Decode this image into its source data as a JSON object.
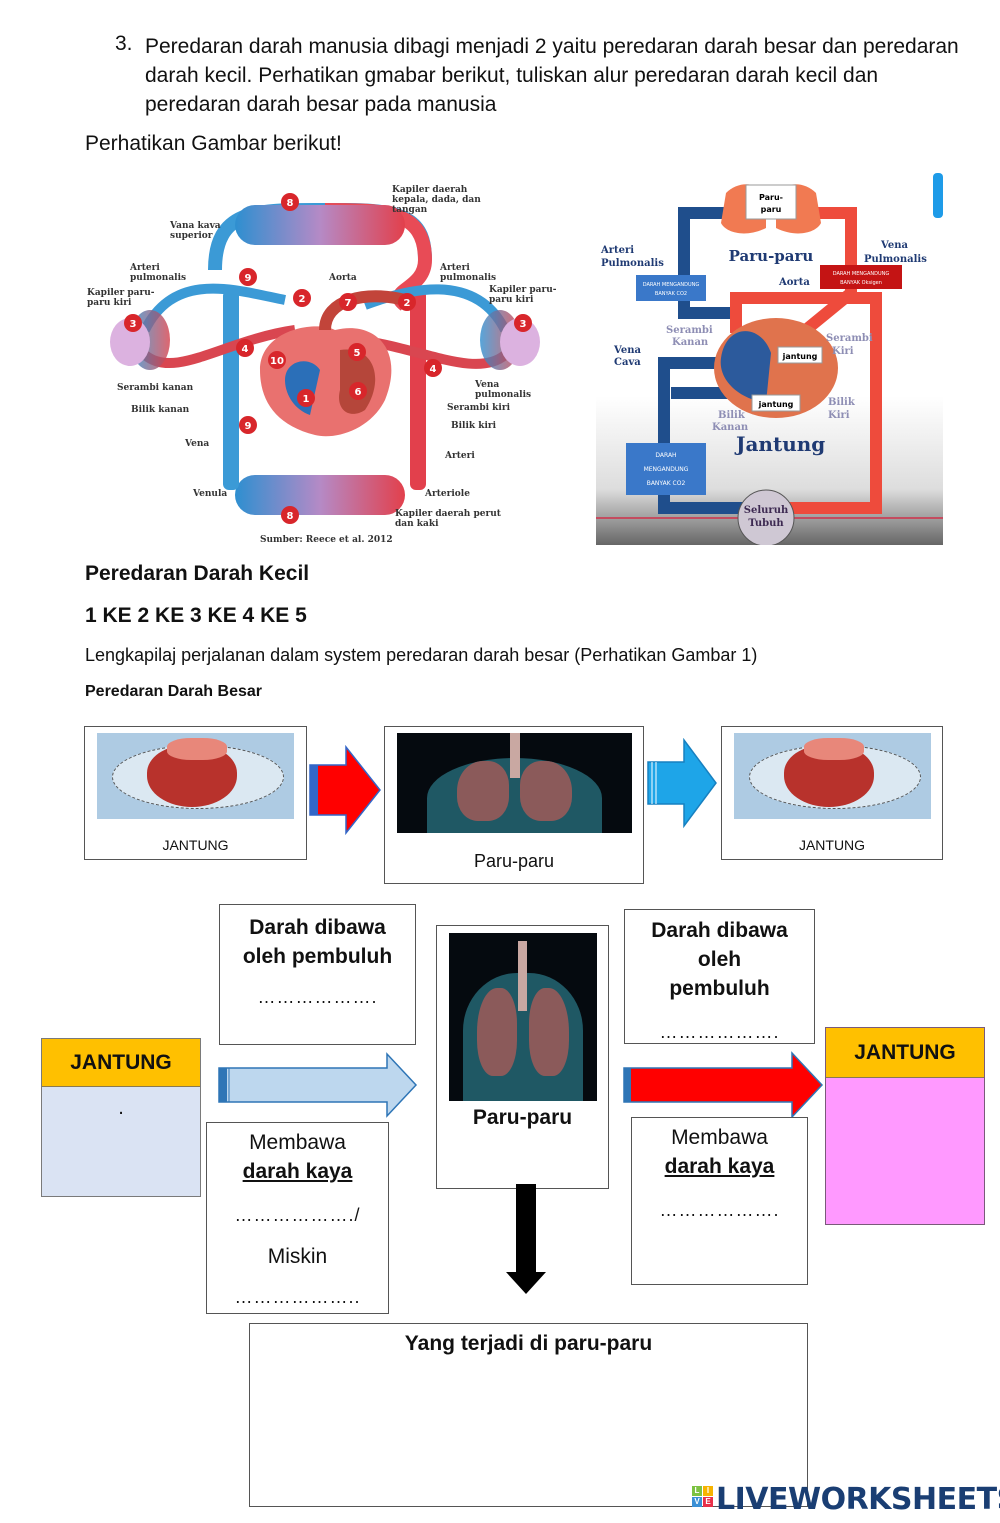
{
  "question": {
    "number": "3.",
    "text": "Peredaran darah manusia dibagi menjadi 2 yaitu peredaran darah besar dan peredaran darah kecil. Perhatikan gmabar berikut, tuliskan alur peredaran darah kecil dan peredaran darah besar pada manusia"
  },
  "intro": "Perhatikan Gambar berikut!",
  "figure1": {
    "labels": {
      "kapiler_atas": [
        "Kapiler daerah",
        "kepala, dada, dan",
        "tangan"
      ],
      "vena_kava": [
        "Vana kava",
        "superior"
      ],
      "arteri_pulm_l": [
        "Arteri",
        "pulmonalis"
      ],
      "kapiler_paru_l": [
        "Kapiler paru-",
        "paru kiri"
      ],
      "aorta": "Aorta",
      "arteri_pulm_r": [
        "Arteri",
        "pulmonalis"
      ],
      "kapiler_paru_r": [
        "Kapiler paru-",
        "paru kiri"
      ],
      "serambi_kanan": "Serambi kanan",
      "bilik_kanan": "Bilik kanan",
      "vena": "Vena",
      "venula": "Venula",
      "vena_pulm": [
        "Vena",
        "pulmonalis"
      ],
      "serambi_kiri": "Serambi kiri",
      "bilik_kiri": "Bilik kiri",
      "arteri": "Arteri",
      "arteriole": "Arteriole",
      "kapiler_bawah": [
        "Kapiler daerah perut",
        "dan kaki"
      ],
      "source": "Sumber: Reece et al. 2012"
    },
    "numbers": [
      "1",
      "2",
      "3",
      "4",
      "5",
      "6",
      "7",
      "8",
      "9",
      "10"
    ]
  },
  "figure2": {
    "paru_box": [
      "Paru-",
      "paru"
    ],
    "paru_title": "Paru-paru",
    "arteri_pulm": [
      "Arteri",
      "Pulmonalis"
    ],
    "vena_pulm": [
      "Vena",
      "Pulmonalis"
    ],
    "co2_box_top": [
      "DARAH MENGANDUNG",
      "BANYAK CO2"
    ],
    "o2_box": [
      "DARAH MENGANDUNG",
      "BANYAK Oksigen"
    ],
    "aorta": "Aorta",
    "serambi_kanan": [
      "Serambi",
      "Kanan"
    ],
    "serambi_kiri": [
      "Serambi",
      "Kiri"
    ],
    "vena_cava": [
      "Vena",
      "Cava"
    ],
    "jantung_box1": "jantung",
    "jantung_box2": "jantung",
    "bilik_kanan": [
      "Bilik",
      "Kanan"
    ],
    "bilik_kiri": [
      "Bilik",
      "Kiri"
    ],
    "jantung_title": "Jantung",
    "co2_box_bottom": [
      "DARAH",
      "MENGANDUNG",
      "BANYAK CO2"
    ],
    "seluruh_tubuh": [
      "Seluruh",
      "Tubuh"
    ]
  },
  "small_circulation": {
    "heading": "Peredaran Darah Kecil",
    "answer": "1 KE 2 KE 3 KE 4 KE 5"
  },
  "instruction": "Lengkapilaj perjalanan dalam system peredaran darah besar (Perhatikan Gambar 1)",
  "big_circulation": {
    "heading": "Peredaran Darah Besar",
    "flow_top": {
      "card1": "JANTUNG",
      "card2": "Paru-paru",
      "card3": "JANTUNG"
    },
    "left_heart": {
      "title": "JANTUNG",
      "value": "."
    },
    "vessel_box_left": {
      "line1": "Darah dibawa",
      "line2": "oleh pembuluh",
      "blank": "………………."
    },
    "carry_box_left": {
      "line1": "Membawa",
      "line2": "darah kaya",
      "blank1": "………………./",
      "line3": "Miskin",
      "blank2": "……………….."
    },
    "lung_card": {
      "label": "Paru-paru"
    },
    "vessel_box_right": {
      "line1": "Darah dibawa",
      "line2": "oleh",
      "line3": "pembuluh",
      "blank": "………………."
    },
    "carry_box_right": {
      "line1": "Membawa",
      "line2": "darah kaya",
      "blank": "………………."
    },
    "right_heart": {
      "title": "JANTUNG",
      "value": ""
    },
    "lung_events": {
      "title": "Yang terjadi di paru-paru",
      "value": ""
    }
  },
  "colors": {
    "heart_header": "#ffc000",
    "left_heart_body": "#dae3f3",
    "right_heart_body": "#ff99ff",
    "arrow_red": "#ff0000",
    "arrow_blue": "#1ea5e8",
    "arrow_light_blue": "#bdd7ee"
  },
  "watermark": {
    "logo_letters": [
      "L",
      "I",
      "V",
      "E"
    ],
    "text": "LIVEWORKSHEETS"
  }
}
